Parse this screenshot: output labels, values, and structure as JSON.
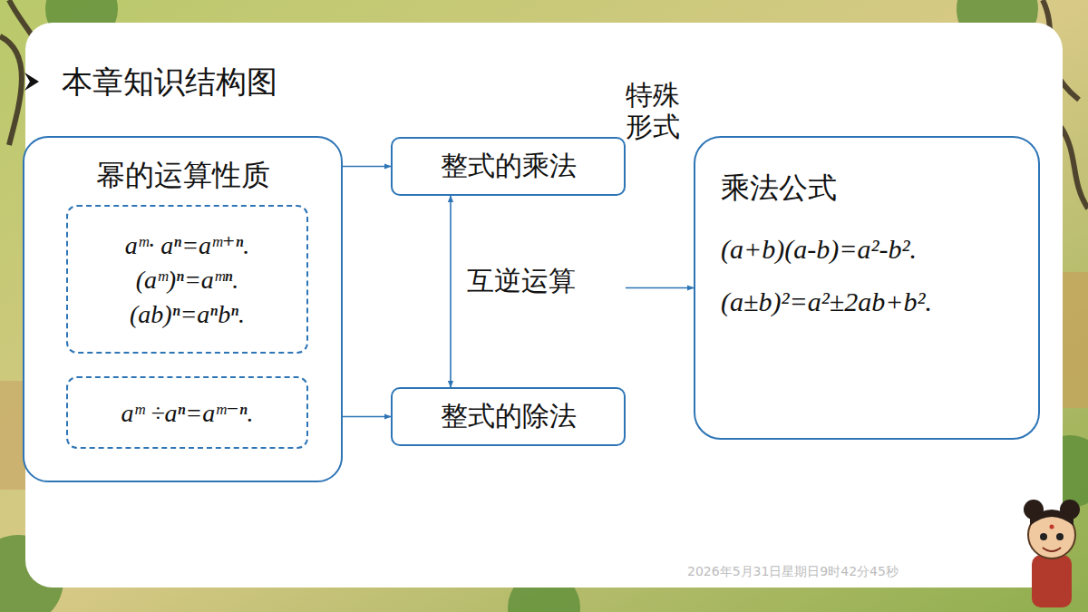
{
  "diagram": {
    "title": "本章知识结构图",
    "nodes": [
      {
        "text": [
          "幂的运算性质"
        ]
      },
      {
        "text": [
          "aᵐ· aⁿ=aᵐ⁺ⁿ.",
          "(aᵐ)ⁿ=aᵐⁿ.",
          "(ab)ⁿ=aⁿbⁿ."
        ],
        "in": 0
      },
      {
        "text": [
          "aᵐ ÷aⁿ=aᵐ⁻ⁿ."
        ],
        "in": 0
      },
      {
        "text": [
          "整式的乘法"
        ]
      },
      {
        "text": [
          "整式的除法"
        ]
      },
      {
        "text": [
          "乘法公式",
          "(a+b)(a-b)=a²-b².",
          "(a±b)²=a²±2ab+b²."
        ]
      }
    ],
    "edges": [
      {
        "from": 0,
        "to": 3,
        "arrow": "to"
      },
      {
        "from": 0,
        "to": 4,
        "arrow": "to"
      },
      {
        "from": 3,
        "to": 4,
        "label": "互逆运算",
        "arrow": "both"
      },
      {
        "from": 3,
        "to": 5,
        "label": "特殊形式",
        "arrow": "to"
      }
    ],
    "labels": [
      "2026年5月31日星期日9时42分45秒"
    ]
  }
}
